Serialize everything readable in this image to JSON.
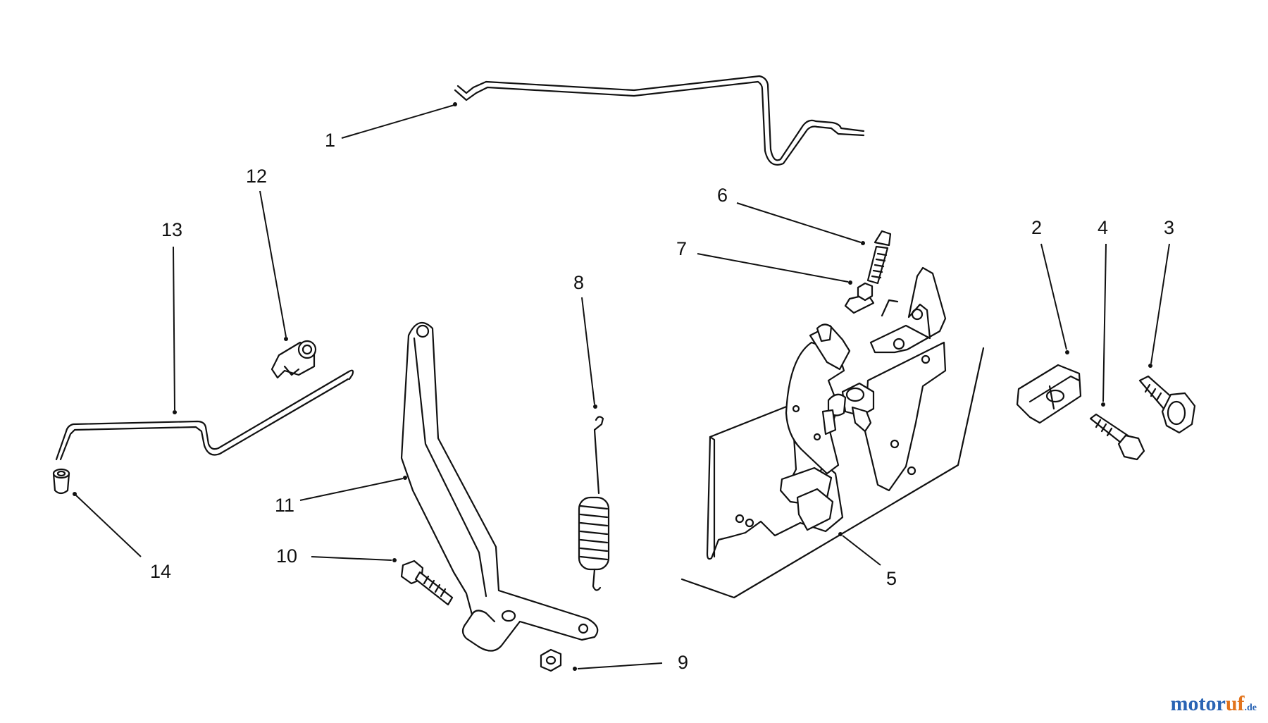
{
  "callouts": {
    "c1": "1",
    "c2": "2",
    "c3": "3",
    "c4": "4",
    "c5": "5",
    "c6": "6",
    "c7": "7",
    "c8": "8",
    "c9": "9",
    "c10": "10",
    "c11": "11",
    "c12": "12",
    "c13": "13",
    "c14": "14"
  },
  "watermark": {
    "part_a": "motor",
    "part_b": "uf",
    "part_c": ".de"
  },
  "colors": {
    "line": "#111111",
    "watermark_blue": "#2a64b4",
    "watermark_orange": "#e2731c"
  }
}
